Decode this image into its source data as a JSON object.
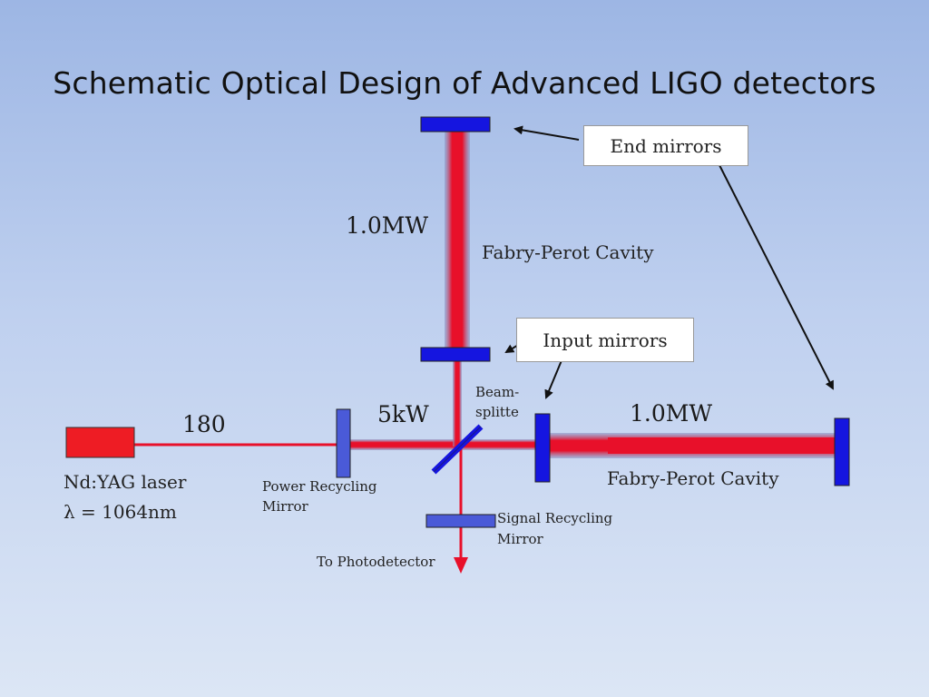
{
  "slide": {
    "title": "Schematic Optical Design of Advanced LIGO detectors"
  },
  "diagram": {
    "callouts": {
      "end_mirrors": "End mirrors",
      "input_mirrors": "Input mirrors"
    },
    "labels": {
      "power_north": "1.0MW",
      "power_east": "1.0MW",
      "power_bs": "5kW",
      "power_laser": "180",
      "cavity_north": "Fabry-Perot Cavity",
      "cavity_east": "Fabry-Perot Cavity",
      "laser_line1": "Nd:YAG laser",
      "laser_line2": "λ = 1064nm",
      "prm_line1": "Power Recycling",
      "prm_line2": "Mirror",
      "bs_line1": "Beam-",
      "bs_line2": "splitte",
      "srm_line1": "Signal Recycling",
      "srm_line2": "Mirror",
      "photodetector": "To Photodetector"
    },
    "colors": {
      "beam": "#e8102a",
      "mirror": "#1515e0",
      "recycling_mirror": "#4a5ad8",
      "laser": "#ee1c24"
    }
  }
}
